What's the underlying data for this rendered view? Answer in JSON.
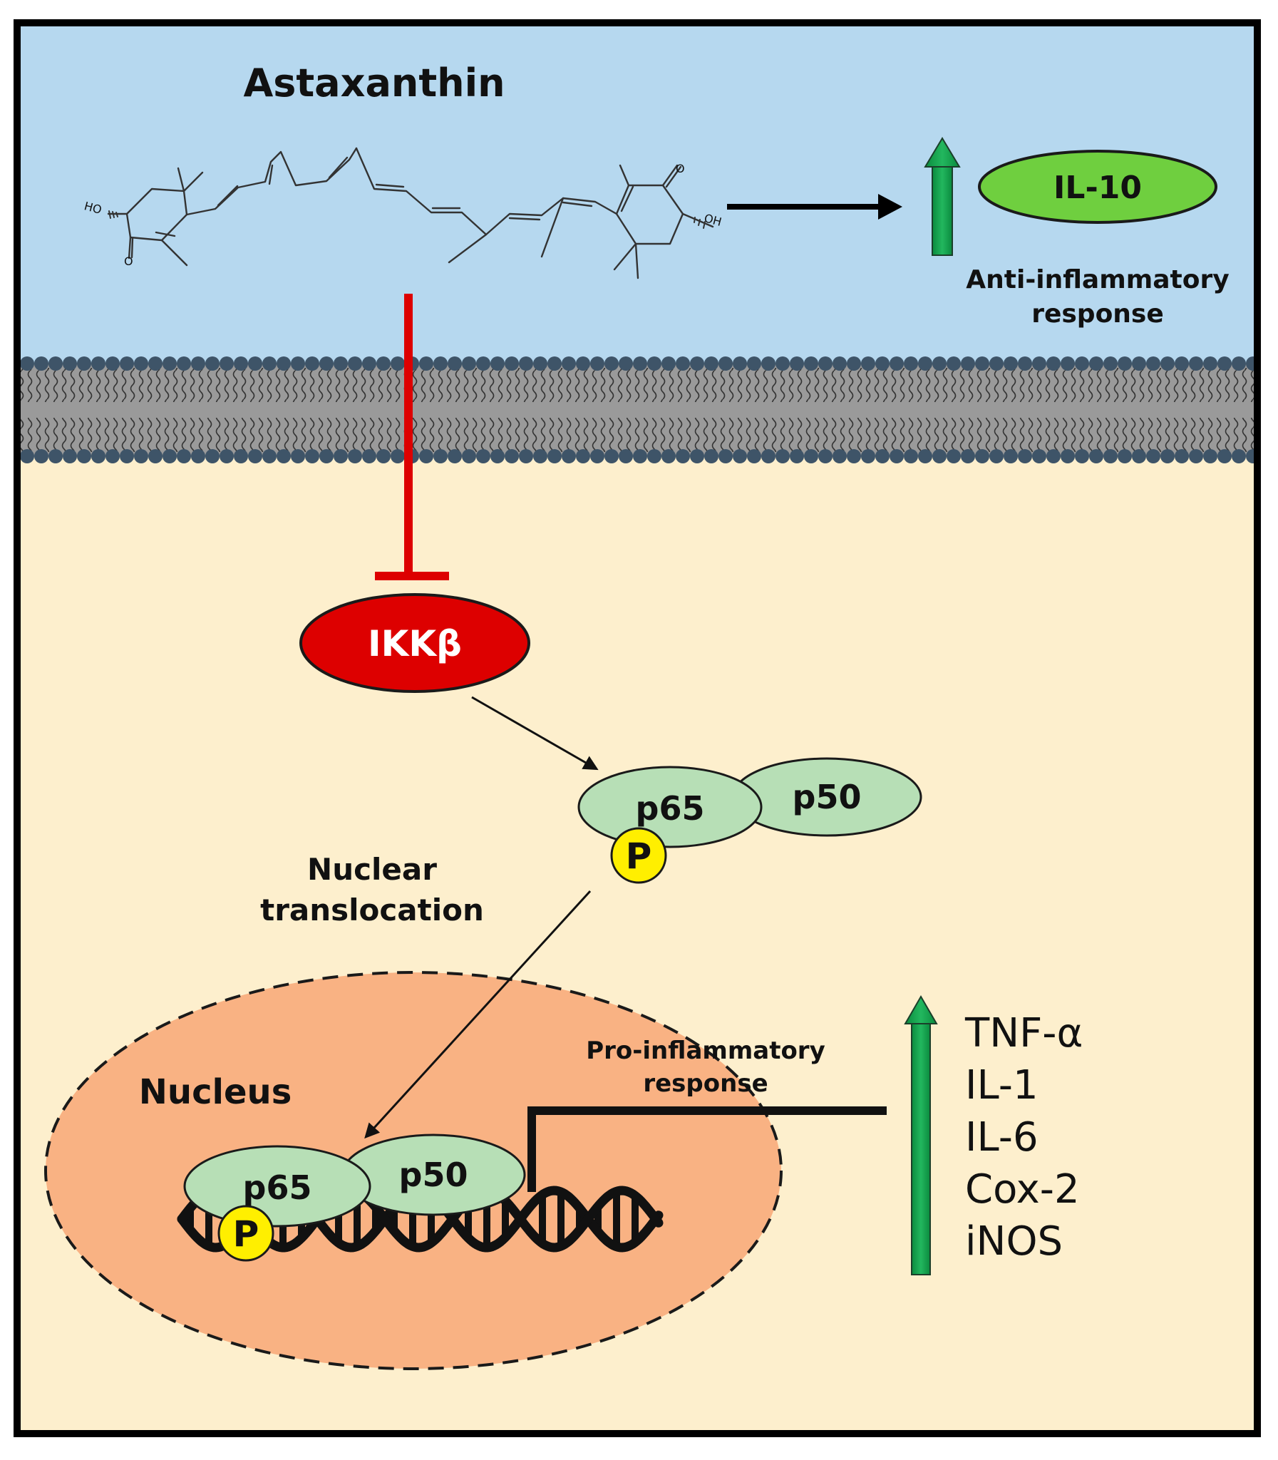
{
  "colors": {
    "extracellular": "#b6d8ef",
    "cytoplasm": "#fdefcd",
    "nucleus": "#f9b283",
    "membrane_head": "#3e5468",
    "membrane_core": "#9a9a9a",
    "inhibition_red": "#dd0000",
    "il10_green": "#6fcf3f",
    "up_arrow_green": "#0f9e4a",
    "protein_green": "#b7dfb6",
    "phospho_yellow": "#ffef00",
    "frame": "#000000"
  },
  "labels": {
    "compound": "Astaxanthin",
    "il10": "IL-10",
    "anti_response_line1": "Anti-inflammatory",
    "anti_response_line2": "response",
    "ikk": "IKKβ",
    "p65": "p65",
    "p50": "p50",
    "phospho": "P",
    "translocation_line1": "Nuclear",
    "translocation_line2": "translocation",
    "nucleus": "Nucleus",
    "pro_response_line1": "Pro-inflammatory",
    "pro_response_line2": "response",
    "molecule_ho": "HO",
    "molecule_oh": "OH",
    "molecule_o": "O"
  },
  "pro_inflammatory_mediators": [
    "TNF-α",
    "IL-1",
    "IL-6",
    "Cox-2",
    "iNOS"
  ]
}
